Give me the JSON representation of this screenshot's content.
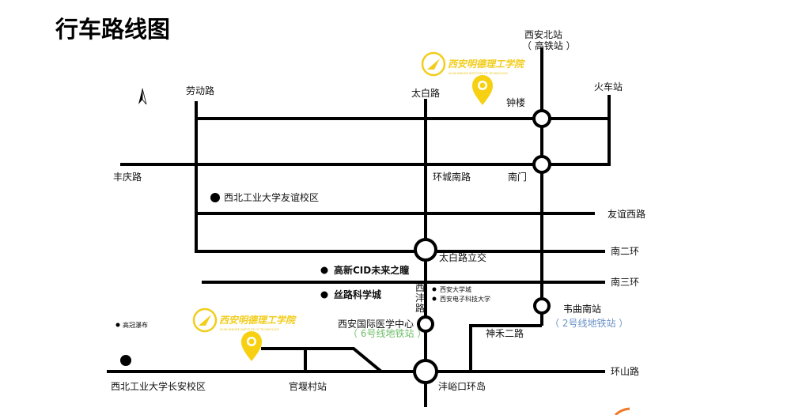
{
  "title": "行车路线图",
  "colors": {
    "pin": "#f7d012",
    "logo": "#f2cd1c",
    "line6": "#6fbf6a",
    "line2": "#6b93c9",
    "road": "#000000"
  },
  "logo": {
    "name": "西安明德理工学院",
    "subtitle": "XI'AN MINGDE INSTITUTE OF TECHNOLOGY"
  },
  "roads": {
    "laodong": "劳动路",
    "taibai": "太白路",
    "fengqing": "丰庆路",
    "huochengnan": "环城南路",
    "youyixi": "友谊西路",
    "nanerhuan": "南二环",
    "nansanhuan": "南三环",
    "huanshan": "环山路",
    "shenhe2": "神禾二路",
    "xifeng": [
      "西",
      "沣",
      "路"
    ]
  },
  "stations": {
    "xian_north": "西安北站",
    "xian_north_sub": "（ 高铁站 ）",
    "train": "火车站",
    "zhonglou": "钟楼",
    "nanmen": "南门",
    "taibai_interchange": "太白路立交",
    "weiqu_south": "韦曲南站",
    "weiqu_south_sub": "（ 2号线地铁站 ）",
    "medical_center": "西安国际医学中心",
    "medical_center_sub": "（ 6号线地铁站 ）",
    "fengyukou": "沣峪口环岛",
    "guanyancun": "官堰村站"
  },
  "places": {
    "nwpu_youyi": "西北工业大学友谊校区",
    "cid": "高新CID未来之瞳",
    "silk_road": "丝路科学城",
    "university_town": "西安大学城",
    "xidian": "西安电子科技大学",
    "gaoguan": "高冠瀑布",
    "nwpu_changan": "西北工业大学长安校区"
  }
}
